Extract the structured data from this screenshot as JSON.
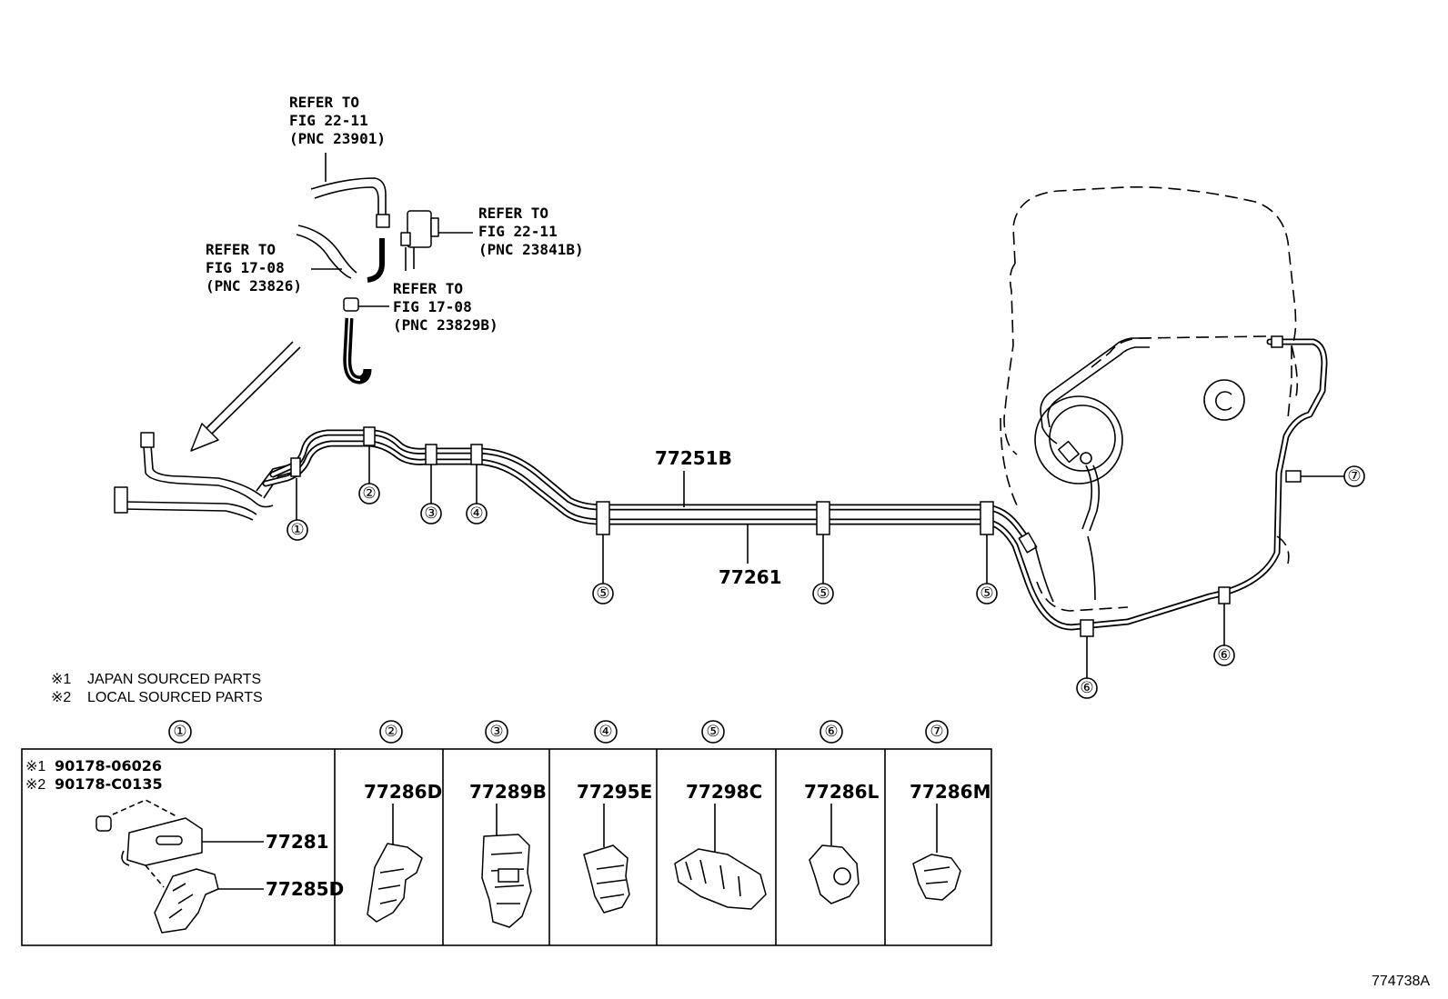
{
  "refs": [
    {
      "id": "r1",
      "lines": [
        "REFER TO",
        "FIG 22-11",
        "(PNC 23901)"
      ]
    },
    {
      "id": "r2",
      "lines": [
        "REFER TO",
        "FIG 22-11",
        "(PNC 23841B)"
      ]
    },
    {
      "id": "r3",
      "lines": [
        "REFER TO",
        "FIG 17-08",
        "(PNC 23826)"
      ]
    },
    {
      "id": "r4",
      "lines": [
        "REFER TO",
        "FIG 17-08",
        "(PNC 23829B)"
      ]
    }
  ],
  "pipes": {
    "upper": "77251B",
    "lower": "77261"
  },
  "callouts": [
    "①",
    "②",
    "③",
    "④",
    "⑤",
    "⑥",
    "⑦"
  ],
  "notes": [
    {
      "mark": "※1",
      "text": "JAPAN SOURCED PARTS"
    },
    {
      "mark": "※2",
      "text": "LOCAL SOURCED PARTS"
    }
  ],
  "table": {
    "cell1": {
      "codes": [
        {
          "mark": "※1",
          "code": "90178-06026"
        },
        {
          "mark": "※2",
          "code": "90178-C0135"
        }
      ],
      "parts": [
        "77281",
        "77285D"
      ]
    },
    "cells": [
      {
        "callout": "②",
        "part": "77286D"
      },
      {
        "callout": "③",
        "part": "77289B"
      },
      {
        "callout": "④",
        "part": "77295E"
      },
      {
        "callout": "⑤",
        "part": "77298C"
      },
      {
        "callout": "⑥",
        "part": "77286L"
      },
      {
        "callout": "⑦",
        "part": "77286M"
      }
    ]
  },
  "figure_id": "774738A"
}
